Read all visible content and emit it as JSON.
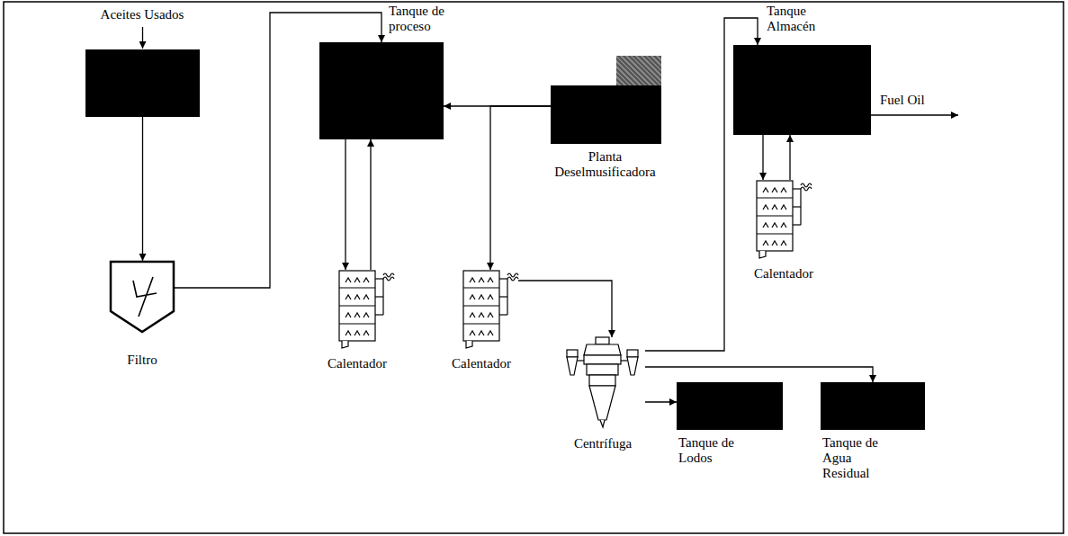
{
  "diagram": {
    "nodes": [
      {
        "text": [
          "Aceites Usados"
        ]
      },
      {
        "text": [
          "Filtro"
        ]
      },
      {
        "text": [
          "Tanque de proceso"
        ]
      },
      {
        "text": [
          "Planta Deselmusificadora"
        ]
      },
      {
        "text": [
          "Calentador"
        ]
      },
      {
        "text": [
          "Calentador"
        ]
      },
      {
        "text": [
          "Centrífuga"
        ]
      },
      {
        "text": [
          "Tanque Almacén"
        ]
      },
      {
        "text": [
          "Calentador"
        ]
      },
      {
        "text": [
          "Tanque de Lodos"
        ]
      },
      {
        "text": [
          "Tanque de Agua Residual"
        ]
      }
    ],
    "edges": [
      {
        "from": 0,
        "to": 1,
        "arrow": "to"
      },
      {
        "from": 1,
        "to": 2,
        "arrow": "to"
      },
      {
        "from": 2,
        "to": 4,
        "arrow": "to"
      },
      {
        "from": 4,
        "to": 2,
        "arrow": "to"
      },
      {
        "from": 3,
        "to": 2,
        "arrow": "to"
      },
      {
        "from": 3,
        "to": 5,
        "arrow": "to"
      },
      {
        "from": 5,
        "to": 6,
        "arrow": "to"
      },
      {
        "from": 6,
        "to": 7,
        "arrow": "to"
      },
      {
        "from": 6,
        "to": 9,
        "arrow": "to"
      },
      {
        "from": 6,
        "to": 10,
        "arrow": "to"
      },
      {
        "from": 7,
        "to": 8,
        "arrow": "to"
      },
      {
        "from": 8,
        "to": 7,
        "arrow": "to"
      }
    ],
    "labels": [
      "Fuel Oil"
    ]
  }
}
